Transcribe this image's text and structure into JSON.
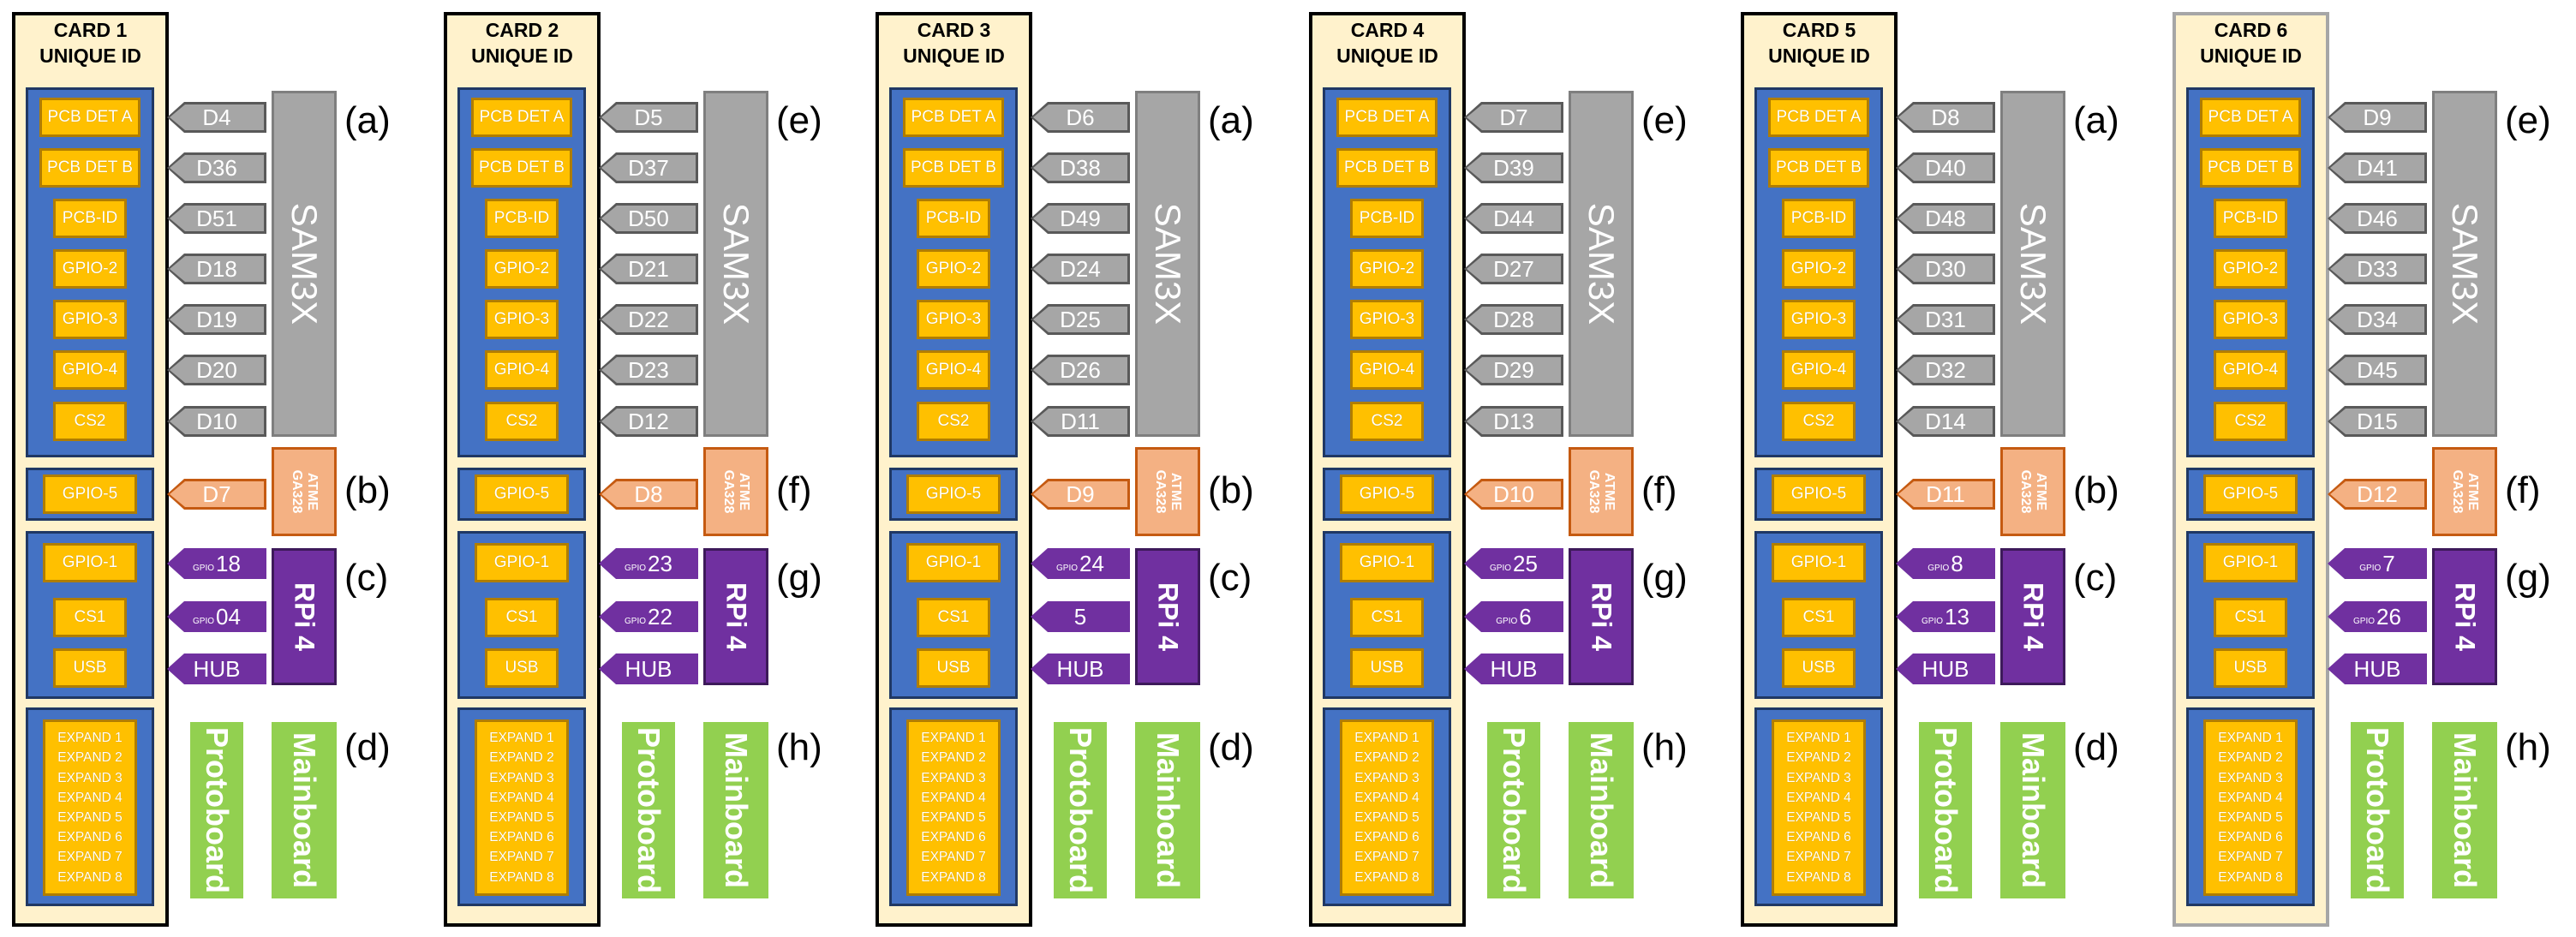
{
  "colors": {
    "card_bg": "#fff2cc",
    "blue": "#4472c4",
    "chip": "#ffc000",
    "sam": "#a6a6a6",
    "atme": "#f4b183",
    "rpi": "#7030a0",
    "board": "#92d050"
  },
  "common": {
    "title_line1": "CARD",
    "title_line2": "UNIQUE ID",
    "chips": [
      "PCB DET A",
      "PCB DET B",
      "PCB-ID",
      "GPIO-2",
      "GPIO-3",
      "GPIO-4",
      "CS2"
    ],
    "gpio5": "GPIO-5",
    "rpi_chips": [
      "GPIO-1",
      "CS1",
      "USB"
    ],
    "expand": [
      "EXPAND 1",
      "EXPAND 2",
      "EXPAND 3",
      "EXPAND 4",
      "EXPAND 5",
      "EXPAND 6",
      "EXPAND 7",
      "EXPAND 8"
    ],
    "sam": "SAM3X",
    "atme": "ATME\nGA328",
    "rpi": "RPi 4",
    "gpio_prefix": "GPIO",
    "hub": "HUB",
    "protoboard": "Protoboard",
    "mainboard": "Mainboard"
  },
  "cards": [
    {
      "title": "CARD 1",
      "labels": [
        "(a)",
        "(b)",
        "(c)",
        "(d)"
      ],
      "sam_pins": [
        "D4",
        "D36",
        "D51",
        "D18",
        "D19",
        "D20",
        "D10"
      ],
      "atme_pin": "D7",
      "gpio_pins": [
        "18",
        "04"
      ],
      "gpio_prefix_shown": [
        true,
        true
      ]
    },
    {
      "title": "CARD 2",
      "labels": [
        "(e)",
        "(f)",
        "(g)",
        "(h)"
      ],
      "sam_pins": [
        "D5",
        "D37",
        "D50",
        "D21",
        "D22",
        "D23",
        "D12"
      ],
      "atme_pin": "D8",
      "gpio_pins": [
        "23",
        "22"
      ],
      "gpio_prefix_shown": [
        true,
        true
      ]
    },
    {
      "title": "CARD 3",
      "labels": [
        "(a)",
        "(b)",
        "(c)",
        "(d)"
      ],
      "sam_pins": [
        "D6",
        "D38",
        "D49",
        "D24",
        "D25",
        "D26",
        "D11"
      ],
      "atme_pin": "D9",
      "gpio_pins": [
        "24",
        "5"
      ],
      "gpio_prefix_shown": [
        true,
        false
      ]
    },
    {
      "title": "CARD 4",
      "labels": [
        "(e)",
        "(f)",
        "(g)",
        "(h)"
      ],
      "sam_pins": [
        "D7",
        "D39",
        "D44",
        "D27",
        "D28",
        "D29",
        "D13"
      ],
      "atme_pin": "D10",
      "gpio_pins": [
        "25",
        "6"
      ],
      "gpio_prefix_shown": [
        true,
        true
      ]
    },
    {
      "title": "CARD 5",
      "labels": [
        "(a)",
        "(b)",
        "(c)",
        "(d)"
      ],
      "sam_pins": [
        "D8",
        "D40",
        "D48",
        "D30",
        "D31",
        "D32",
        "D14"
      ],
      "atme_pin": "D11",
      "gpio_pins": [
        "8",
        "13"
      ],
      "gpio_prefix_shown": [
        true,
        true
      ]
    },
    {
      "title": "CARD 6",
      "labels": [
        "(e)",
        "(f)",
        "(g)",
        "(h)"
      ],
      "sam_pins": [
        "D9",
        "D41",
        "D46",
        "D33",
        "D34",
        "D45",
        "D15"
      ],
      "atme_pin": "D12",
      "gpio_pins": [
        "7",
        "26"
      ],
      "gpio_prefix_shown": [
        true,
        true
      ]
    }
  ]
}
